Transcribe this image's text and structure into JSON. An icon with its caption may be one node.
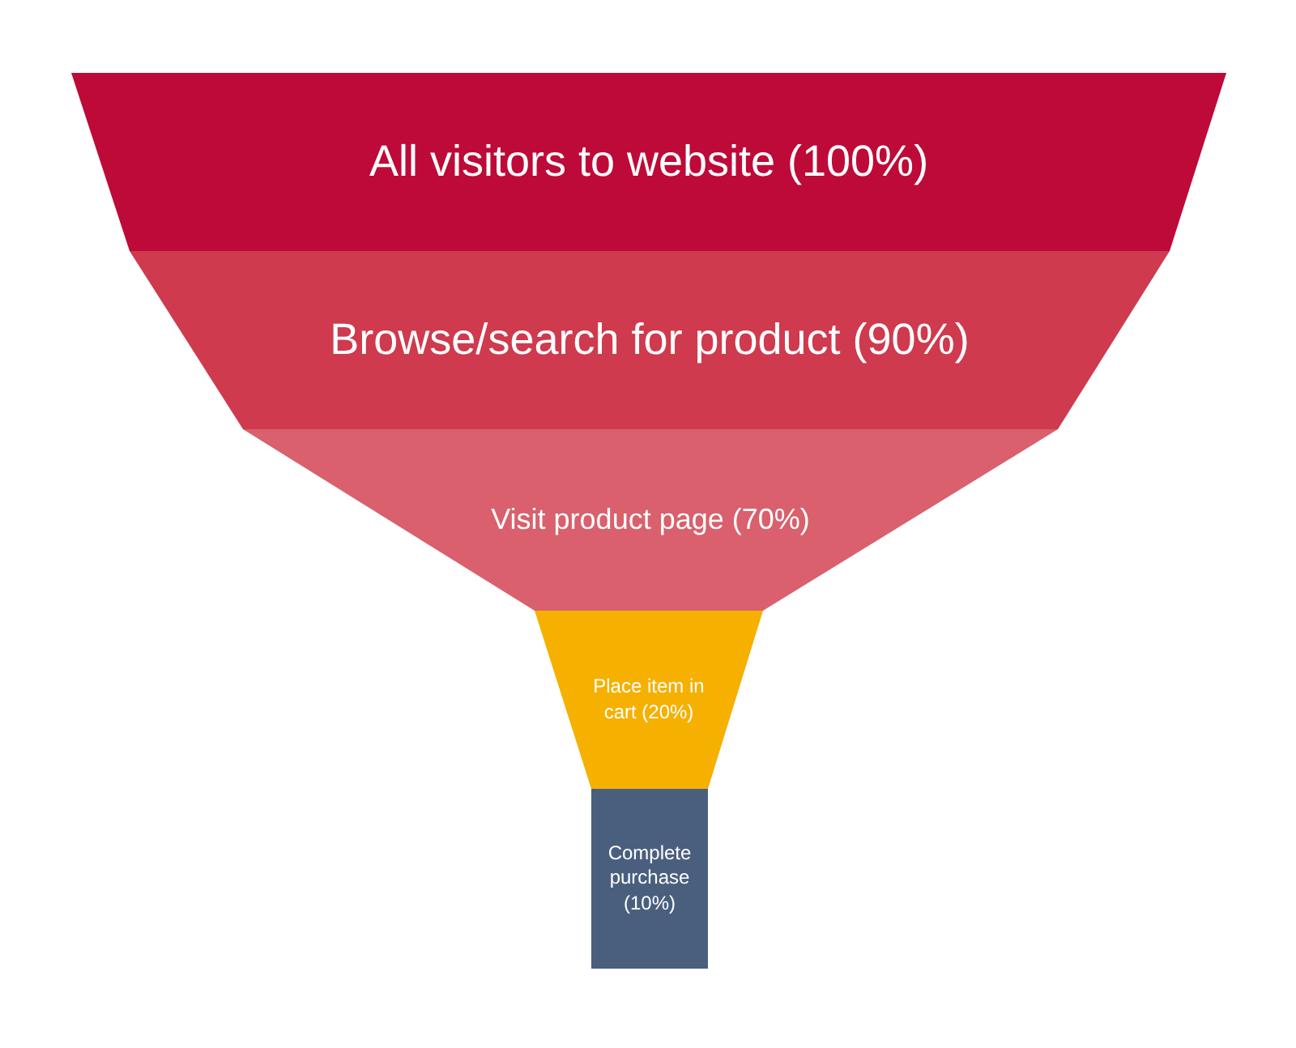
{
  "diagram": {
    "nodes": [
      {
        "text": [
          "All visitors to website (100%)"
        ]
      },
      {
        "text": [
          "Browse/search for product (90%)"
        ]
      },
      {
        "text": [
          "Visit product page (70%)"
        ]
      },
      {
        "text": [
          "Place item in cart (20%)"
        ]
      },
      {
        "text": [
          "Complete purchase (10%)"
        ]
      }
    ]
  }
}
